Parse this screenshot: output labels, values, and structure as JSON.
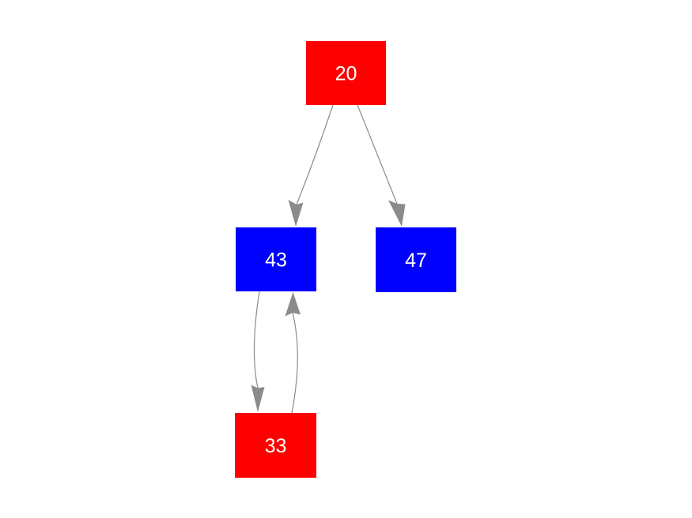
{
  "diagram": {
    "background_color": "#ffffff",
    "edge_color": "#8b8b8b",
    "node_text_color": "#ffffff",
    "nodes": [
      {
        "id": "20",
        "label": "20",
        "fill": "#ff0000"
      },
      {
        "id": "43",
        "label": "43",
        "fill": "#0000ff"
      },
      {
        "id": "47",
        "label": "47",
        "fill": "#0000ff"
      },
      {
        "id": "33",
        "label": "33",
        "fill": "#ff0000"
      }
    ],
    "edges": [
      {
        "from": "20",
        "to": "43"
      },
      {
        "from": "20",
        "to": "47"
      },
      {
        "from": "43",
        "to": "33"
      },
      {
        "from": "33",
        "to": "43"
      }
    ]
  }
}
